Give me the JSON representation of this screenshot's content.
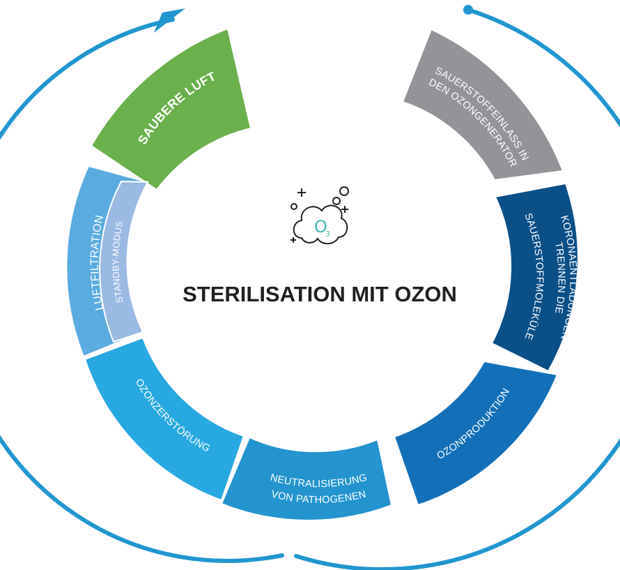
{
  "title": "STERILISATION MIT OZON",
  "icon": {
    "name": "ozone-bubbles-icon",
    "formula": "O",
    "subscript": "3",
    "accent": "#45b7b0"
  },
  "cycle_arrow_color": "#2196cf",
  "segments": [
    {
      "id": "saubere-luft",
      "lines": [
        "SAUBERE LUFT"
      ],
      "color": "#6ab04c"
    },
    {
      "id": "sauerstoffeinlass",
      "lines": [
        "SAUERSTOFFEINLASS IN",
        "DEN OZONGENERATOR"
      ],
      "color": "#929497"
    },
    {
      "id": "koronaentladungen",
      "lines": [
        "KORONAENTLADUNGEN",
        "TRENNEN DIE",
        "SAUERSTOFFMOLEKÜLE"
      ],
      "color": "#0b4f87"
    },
    {
      "id": "ozonproduktion",
      "lines": [
        "OZONPRODUKTION"
      ],
      "color": "#1370b8"
    },
    {
      "id": "neutralisierung",
      "lines": [
        "NEUTRALISIERUNG",
        "VON PATHOGENEN"
      ],
      "color": "#2394ce"
    },
    {
      "id": "ozonzerstoerung",
      "lines": [
        "OZONZERSTÖRUNG"
      ],
      "color": "#27a8e0"
    },
    {
      "id": "luftfiltration",
      "lines": [
        "LUFTFILTRATION"
      ],
      "color": "#5aabe0"
    },
    {
      "id": "standby-modus",
      "lines": [
        "STANDBY-MODUS"
      ],
      "color": "#9ab9e3"
    }
  ]
}
